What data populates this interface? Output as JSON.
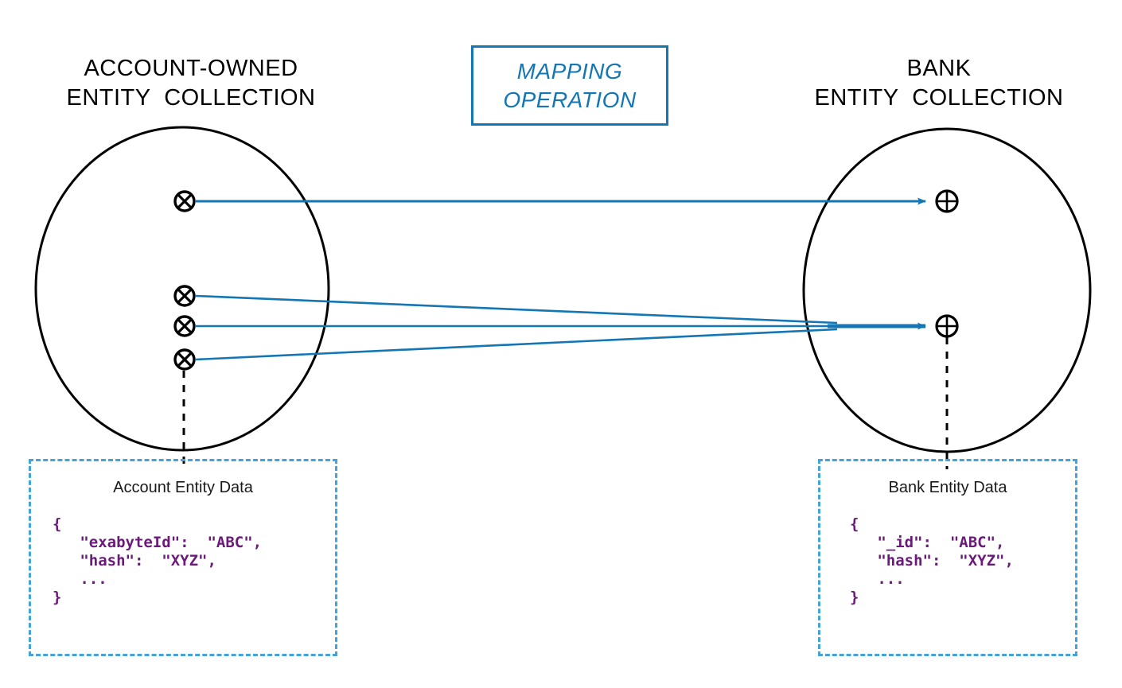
{
  "diagram": {
    "left_title": "ACCOUNT-OWNED\nENTITY  COLLECTION",
    "right_title": "BANK\nENTITY  COLLECTION",
    "mapping_label_line1": "MAPPING",
    "mapping_label_line2": "OPERATION",
    "colors": {
      "arrow_blue": "#1576B4",
      "box_border_blue": "#1576B4",
      "dashed_box_blue": "#44A3DB",
      "code_purple": "#6A1B7A",
      "outline_black": "#000000"
    },
    "left_collection": {
      "entity_marker_icon": "circled-x",
      "entity_count": 4
    },
    "right_collection": {
      "entity_marker_icon": "circled-plus",
      "entity_count": 2
    },
    "mappings": [
      {
        "from": 0,
        "to": 0,
        "type": "one-to-one"
      },
      {
        "from": 1,
        "to": 1,
        "type": "many-to-one"
      },
      {
        "from": 2,
        "to": 1,
        "type": "many-to-one"
      },
      {
        "from": 3,
        "to": 1,
        "type": "many-to-one"
      }
    ],
    "left_data": {
      "title": "Account Entity Data",
      "code": "{\n   \"exabyteId\":  \"ABC\",\n   \"hash\":  \"XYZ\",\n   ...\n}"
    },
    "right_data": {
      "title": "Bank Entity Data",
      "code": "{\n   \"_id\":  \"ABC\",\n   \"hash\":  \"XYZ\",\n   ...\n}"
    }
  }
}
